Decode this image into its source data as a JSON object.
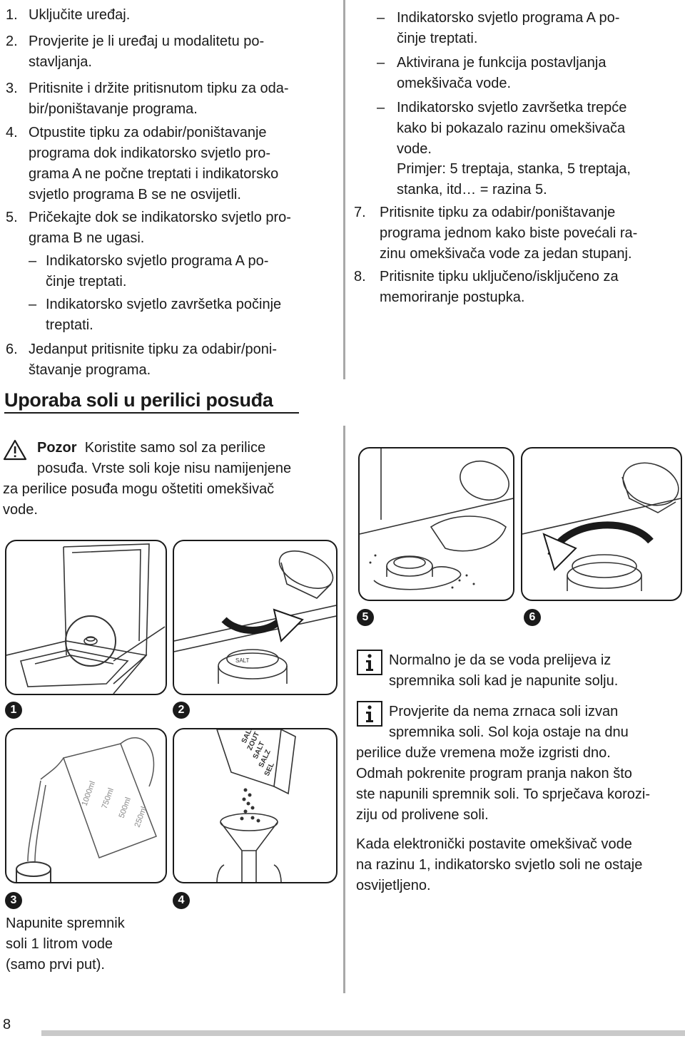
{
  "left_steps": {
    "s1": {
      "num": "1.",
      "lines": [
        "Uključite uređaj."
      ]
    },
    "s2": {
      "num": "2.",
      "lines": [
        "Provjerite je li uređaj u modalitetu po-",
        "stavljanja."
      ]
    },
    "s3": {
      "num": "3.",
      "lines": [
        "Pritisnite i držite pritisnutom tipku za oda-",
        "bir/poništavanje programa."
      ]
    },
    "s4": {
      "num": "4.",
      "lines": [
        "Otpustite tipku za odabir/poništavanje",
        "programa dok indikatorsko svjetlo pro-",
        "grama A ne počne treptati i indikatorsko",
        "svjetlo programa B se ne osvijetli."
      ]
    },
    "s5": {
      "num": "5.",
      "lines": [
        "Pričekajte dok se indikatorsko svjetlo pro-",
        "grama B ne ugasi."
      ]
    },
    "s5_sub1": {
      "dash": "–",
      "lines": [
        "Indikatorsko svjetlo programa A po-",
        "činje treptati."
      ]
    },
    "s5_sub2": {
      "dash": "–",
      "lines": [
        "Indikatorsko svjetlo završetka počinje",
        "treptati."
      ]
    },
    "s6": {
      "num": "6.",
      "lines": [
        "Jedanput pritisnite tipku za odabir/poni-",
        "štavanje programa."
      ]
    }
  },
  "right_steps": {
    "sub1": {
      "dash": "–",
      "lines": [
        "Indikatorsko svjetlo programa A po-",
        "činje treptati."
      ]
    },
    "sub2": {
      "dash": "–",
      "lines": [
        "Aktivirana je funkcija postavljanja",
        "omekšivača vode."
      ]
    },
    "sub3": {
      "dash": "–",
      "lines": [
        "Indikatorsko svjetlo završetka trepće",
        "kako bi pokazalo razinu omekšivača",
        "vode."
      ]
    },
    "example": {
      "lines": [
        "Primjer: 5 treptaja, stanka, 5 treptaja,",
        "stanka, itd… = razina 5."
      ]
    },
    "s7": {
      "num": "7.",
      "lines": [
        "Pritisnite tipku za odabir/poništavanje",
        "programa jednom kako biste povećali ra-",
        "zinu omekšivača vode za jedan stupanj."
      ]
    },
    "s8": {
      "num": "8.",
      "lines": [
        "Pritisnite tipku uključeno/isključeno za",
        "memoriranje postupka."
      ]
    }
  },
  "section_heading": "Uporaba soli u perilici posuđa",
  "warning": {
    "label": "Pozor",
    "line1": "Koristite samo sol za perilice",
    "lines": [
      "posuđa. Vrste soli koje nisu namijenjene",
      "za perilice posuđa mogu oštetiti omekšivač",
      "vode."
    ]
  },
  "figures": {
    "f1": "1",
    "f2": "2",
    "f3": "3",
    "f4": "4",
    "f5": "5",
    "f6": "6",
    "caption": [
      "Napunite spremnik",
      "soli 1 litrom vode",
      "(samo prvi put)."
    ],
    "jug_marks": [
      "1000ml",
      "750ml",
      "500ml",
      "250ml"
    ],
    "salt_pack": [
      "SALE",
      "ZOUT",
      "SALT",
      "SALZ",
      "SEL"
    ]
  },
  "notes": {
    "n1": [
      "Normalno je da se voda prelijeva iz",
      "spremnika soli kad je napunite solju."
    ],
    "n2_first": [
      "Provjerite da nema zrnaca soli izvan",
      "spremnika soli. Sol koja ostaje na dnu"
    ],
    "n2_rest": [
      "perilice duže vremena može izgristi dno.",
      "Odmah pokrenite program pranja nakon što",
      "ste napunili spremnik soli. To sprječava korozi-",
      "ziju od prolivene soli."
    ],
    "n3": [
      "Kada elektronički postavite omekšivač vode",
      "na razinu 1, indikatorsko svjetlo soli ne ostaje",
      "osvijetljeno."
    ]
  },
  "page_number": "8"
}
